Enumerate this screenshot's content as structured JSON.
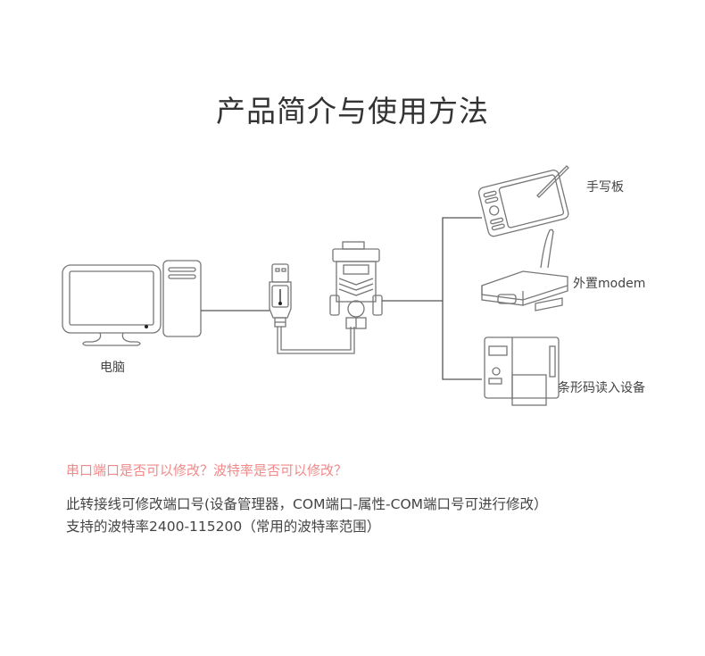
{
  "title": "产品简介与使用方法",
  "diagram": {
    "devices": {
      "computer": {
        "label": "电脑",
        "icon": "desktop-computer-icon"
      },
      "usb_adapter": {
        "icon": "usb-plug-icon"
      },
      "serial_connector": {
        "icon": "db9-connector-icon"
      },
      "tablet": {
        "label": "手写板",
        "icon": "drawing-tablet-icon"
      },
      "modem": {
        "label": "外置modem",
        "icon": "modem-icon"
      },
      "barcode": {
        "label": "条形码读入设备",
        "icon": "barcode-printer-icon"
      }
    }
  },
  "faq": {
    "question": "串口端口是否可以修改？波特率是否可以修改？",
    "answer_line1": "此转接线可修改端口号(设备管理器，COM端口-属性-COM端口号可进行修改）",
    "answer_line2": "支持的波特率2400-115200（常用的波特率范围）"
  },
  "colors": {
    "question": "#f08a8a",
    "text": "#444444",
    "line": "#666666"
  }
}
